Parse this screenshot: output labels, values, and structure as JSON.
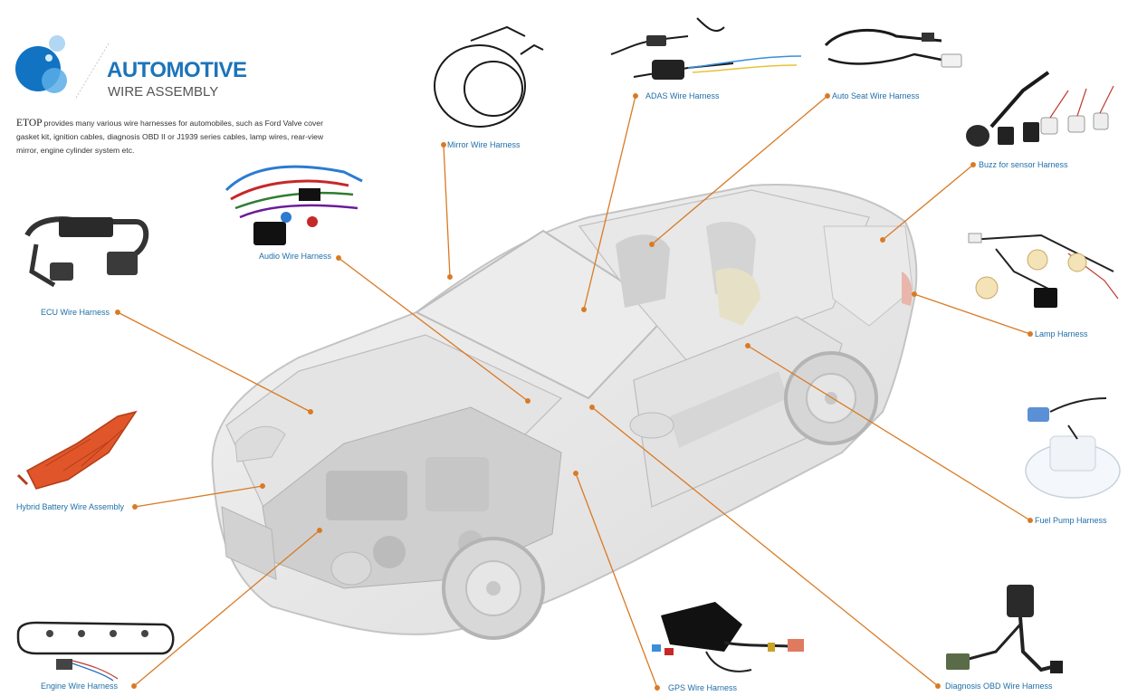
{
  "header": {
    "title": "AUTOMOTIVE",
    "subtitle": "WIRE ASSEMBLY"
  },
  "intro": {
    "brand": "ETOP",
    "text": "provides many various wire harnesses for automobiles, such as Ford Valve cover gasket kit, ignition cables, diagnosis OBD II or J1939 series cables, lamp wires, rear-view mirror, engine cylinder system etc."
  },
  "colors": {
    "accent_blue": "#1d74b9",
    "label_blue": "#1f6fa8",
    "leader_orange": "#d97a24"
  },
  "labels": {
    "mirror": "Mirror Wire Harness",
    "adas": "ADAS Wire Harness",
    "auto_seat": "Auto Seat Wire Harness",
    "buzz": "Buzz for sensor Harness",
    "audio": "Audio Wire Harness",
    "ecu": "ECU Wire Harness",
    "lamp": "Lamp Harness",
    "hybrid": "Hybrid Battery Wire Assembly",
    "fuel_pump": "Fuel Pump Harness",
    "engine": "Engine Wire Harness",
    "gps": "GPS Wire Harness",
    "obd": "Diagnosis OBD Wire Harness"
  }
}
